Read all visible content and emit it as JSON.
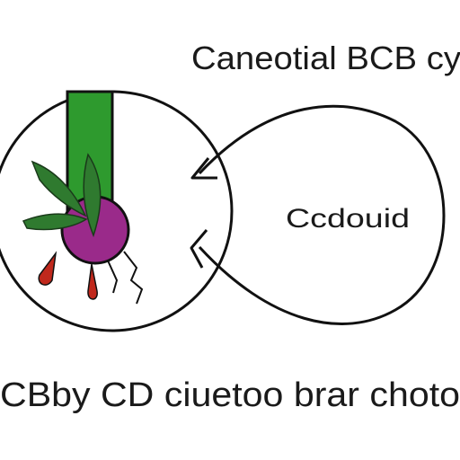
{
  "labels": {
    "top": "Caneotial BCB cy",
    "center": "Ccdouid",
    "bottom": "CBby CD ciuetoo brar choto"
  },
  "colors": {
    "outline": "#111111",
    "stem": "#2e9a2e",
    "leaf": "#2f7a2f",
    "bulb": "#9a2a8a",
    "drop": "#c0281c"
  },
  "icons": [
    "plant-icon",
    "arrow-icon"
  ]
}
